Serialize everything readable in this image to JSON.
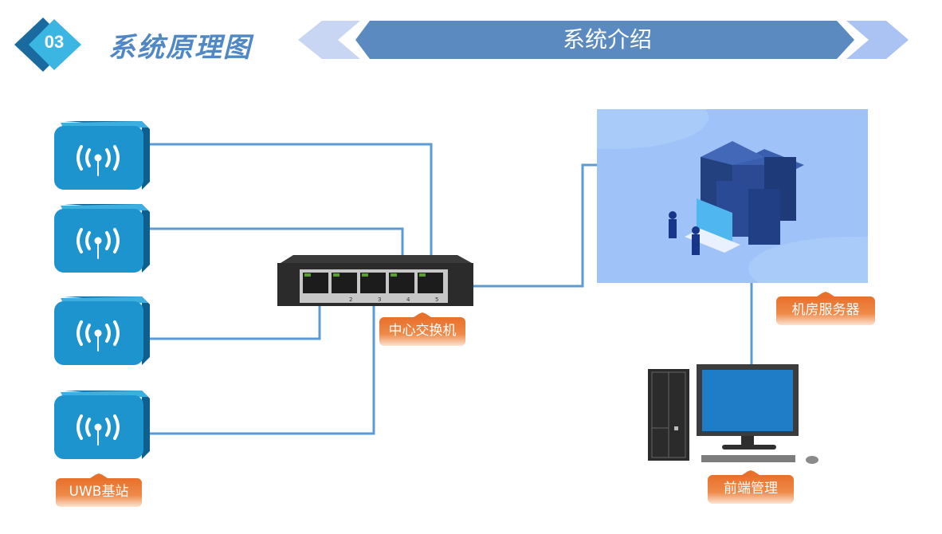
{
  "header": {
    "section_number": "03",
    "section_title": "系统原理图",
    "banner_title": "系统介绍"
  },
  "colors": {
    "badge_dark": "#1a6aa0",
    "badge_light": "#3bb6e2",
    "title_blue": "#4f88c4",
    "banner_main": "#5b8ac0",
    "banner_left_chevron": "#c9d6f3",
    "banner_right_chevron": "#abc3f3",
    "wire": "#5b9bd5",
    "tag_orange": "#e8702a",
    "station_blue": "#1e94cf",
    "server_bg": "#9fc3f8"
  },
  "diagram": {
    "base_stations": [
      {
        "id": "station-1",
        "icon": "wireless-antenna-icon"
      },
      {
        "id": "station-2",
        "icon": "wireless-antenna-icon"
      },
      {
        "id": "station-3",
        "icon": "wireless-antenna-icon"
      },
      {
        "id": "station-4",
        "icon": "wireless-antenna-icon"
      }
    ],
    "switch_ports": [
      "",
      "2",
      "3",
      "4",
      "5"
    ],
    "labels": {
      "uwb": "UWB基站",
      "switch": "中心交换机",
      "server": "机房服务器",
      "pc": "前端管理"
    },
    "connections": [
      {
        "from": "station-1",
        "to": "switch-port-5"
      },
      {
        "from": "station-2",
        "to": "switch-port-4"
      },
      {
        "from": "station-3",
        "to": "switch-port-1"
      },
      {
        "from": "station-4",
        "to": "switch-port-3"
      },
      {
        "from": "switch",
        "to": "server"
      },
      {
        "from": "server",
        "to": "pc"
      }
    ]
  }
}
